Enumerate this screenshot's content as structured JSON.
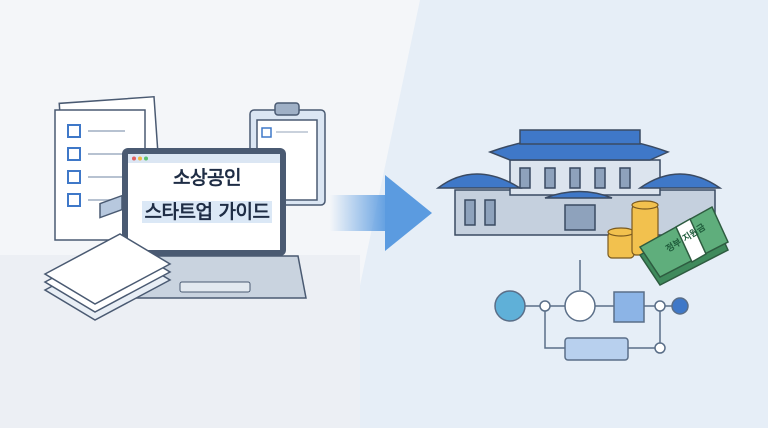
{
  "laptop_screen": {
    "line1": "소상공인",
    "line2": "스타트업 가이드"
  },
  "money_band_label": "정부 지원금",
  "colors": {
    "left_bg": "#f4f6f9",
    "right_bg": "#e6eef7",
    "roof_blue": "#3f78c8",
    "arrow": "#5b9be0",
    "money_green": "#4f9a6c",
    "coin_gold": "#f2c14e"
  },
  "icons": [
    "checklist-document-icon",
    "clipboard-icon",
    "laptop-icon",
    "document-stack-icon",
    "arrow-right-icon",
    "government-building-icon",
    "coin-stack-icon",
    "money-stack-icon",
    "process-flow-diagram-icon"
  ]
}
